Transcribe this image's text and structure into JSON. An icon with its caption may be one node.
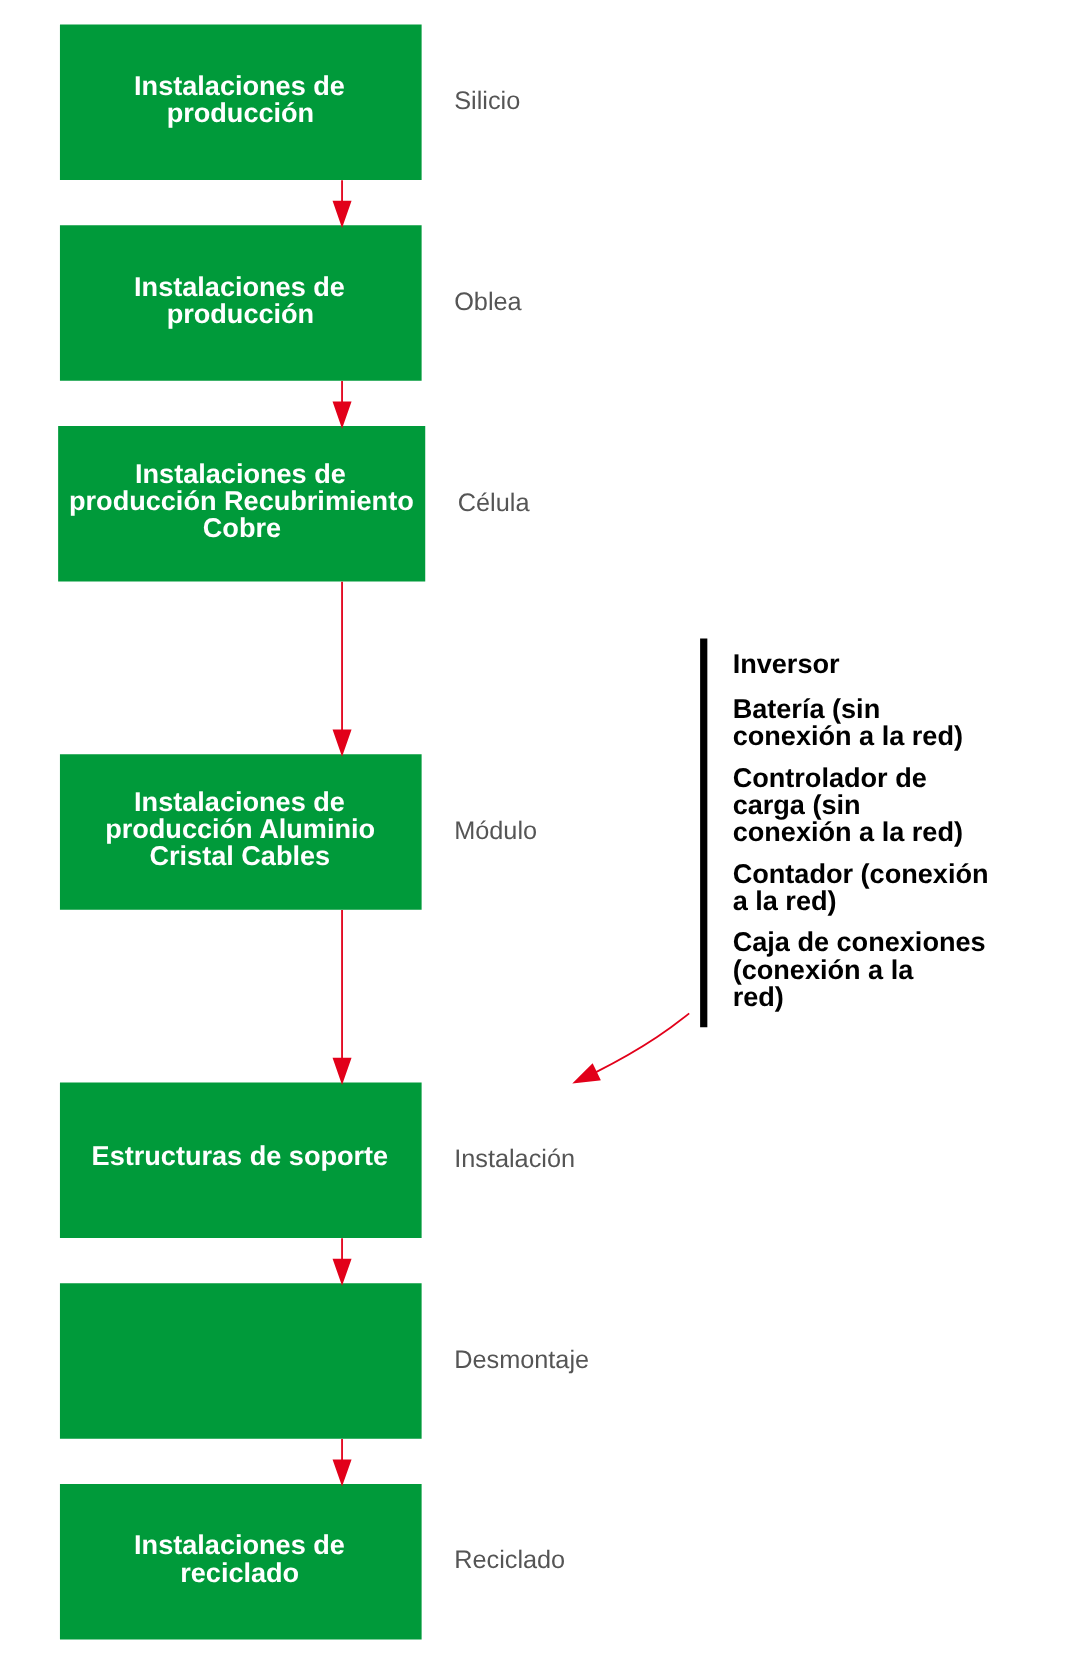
{
  "diagram": {
    "nodes": [
      {
        "text": [
          "Instalaciones de producción"
        ],
        "beside": [
          "Silicio"
        ]
      },
      {
        "text": [
          "Instalaciones de producción"
        ],
        "beside": [
          "Oblea"
        ]
      },
      {
        "text": [
          "Instalaciones de producción Recubrimiento Cobre"
        ],
        "beside": [
          "Célula"
        ]
      },
      {
        "text": [
          "Instalaciones de producción Aluminio Cristal Cables"
        ],
        "beside": [
          "Módulo"
        ]
      },
      {
        "text": [
          "Estructuras de soporte"
        ],
        "beside": [
          "Instalación"
        ]
      },
      {
        "text": [],
        "shape": "box",
        "beside": [
          "Desmontaje"
        ]
      },
      {
        "text": [
          "Instalaciones de reciclado"
        ],
        "beside": [
          "Reciclado"
        ]
      },
      {
        "text": [
          "Inversor",
          "Batería (sin conexión a la red)",
          "Controlador de carga (sin conexión a la red)",
          "Contador (conexión a la red)",
          "Caja de conexiones (conexión a la red)"
        ]
      }
    ],
    "edges": [
      {
        "from": 0,
        "to": 1,
        "arrow": "to"
      },
      {
        "from": 1,
        "to": 2,
        "arrow": "to"
      },
      {
        "from": 2,
        "to": 3,
        "arrow": "to"
      },
      {
        "from": 3,
        "to": 4,
        "arrow": "to"
      },
      {
        "from": 4,
        "to": 5,
        "arrow": "to"
      },
      {
        "from": 5,
        "to": 6,
        "arrow": "to"
      },
      {
        "from": 7,
        "to": 4,
        "arrow": "to"
      }
    ]
  }
}
